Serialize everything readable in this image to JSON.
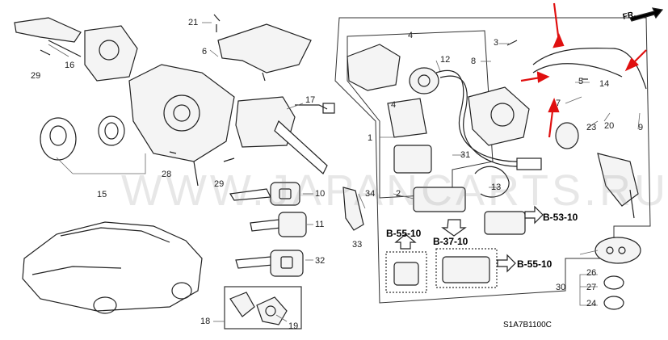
{
  "watermark": "WWW.JAPANCARTS.RU",
  "diagram_code": "S1A7B1100C",
  "direction_label": "FR.",
  "references": {
    "b53": "B-53-10",
    "b55_left": "B-55-10",
    "b37": "B-37-10",
    "b55_right": "B-55-10"
  },
  "callouts": {
    "c1": "1",
    "c2": "2",
    "c3": "3",
    "c4a": "4",
    "c4b": "4",
    "c5": "5",
    "c6": "6",
    "c7": "7",
    "c8": "8",
    "c9": "9",
    "c10": "10",
    "c11": "11",
    "c12": "12",
    "c13": "13",
    "c14": "14",
    "c15": "15",
    "c16": "16",
    "c17": "17",
    "c18": "18",
    "c19": "19",
    "c20": "20",
    "c21": "21",
    "c23": "23",
    "c24": "24",
    "c26": "26",
    "c27": "27",
    "c28": "28",
    "c29a": "29",
    "c29b": "29",
    "c30": "30",
    "c31": "31",
    "c32": "32",
    "c33": "33",
    "c34": "34"
  },
  "colors": {
    "line": "#222222",
    "leader": "#666666",
    "highlight_arrow": "#e01010",
    "box": "#333333"
  }
}
